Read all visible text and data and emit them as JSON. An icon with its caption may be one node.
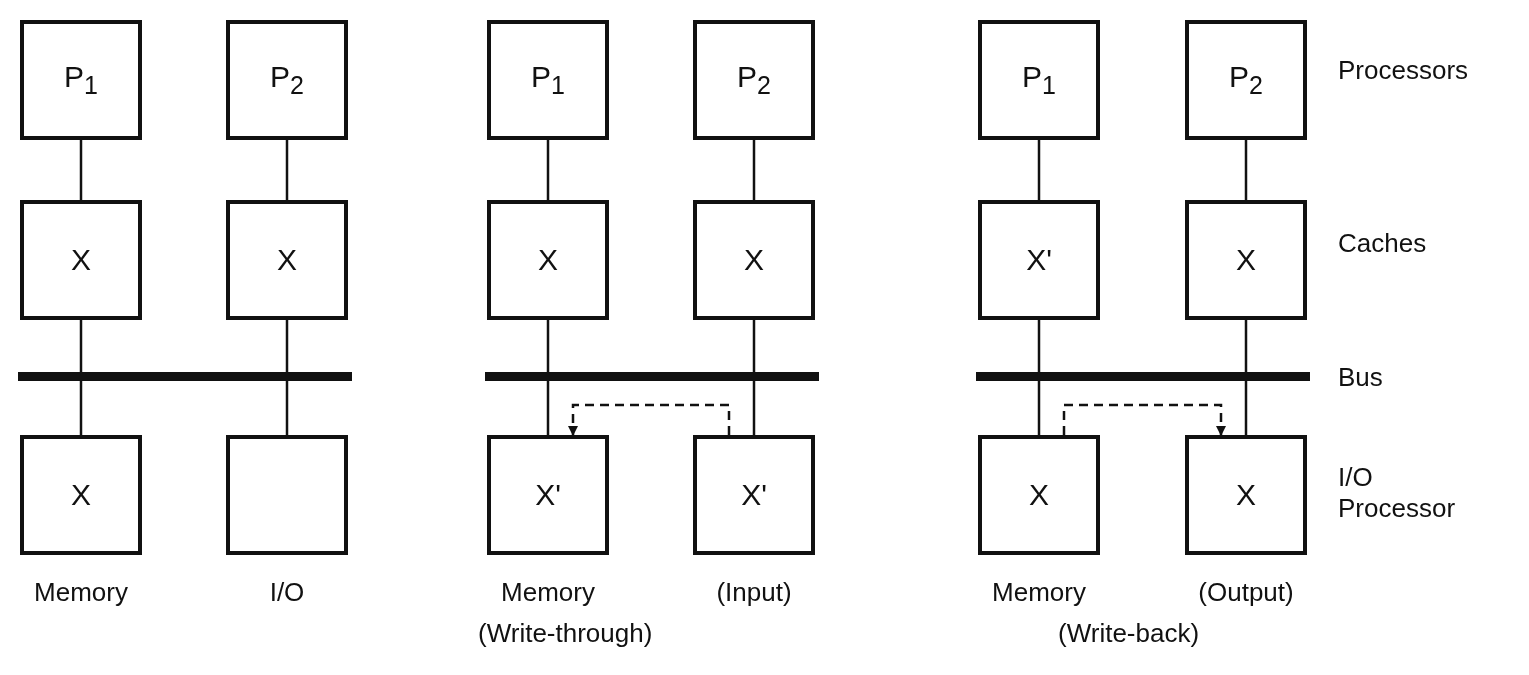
{
  "diagram": {
    "nodes": [
      {
        "text": [
          "P$_{1}$"
        ]
      },
      {
        "text": [
          "P$_{2}$"
        ]
      },
      {
        "text": [
          "X"
        ]
      },
      {
        "text": [
          "X"
        ]
      },
      {
        "text": [],
        "shape": "bar"
      },
      {
        "text": [
          "X"
        ],
        "beside": [
          "Memory"
        ]
      },
      {
        "text": [],
        "shape": "box",
        "beside": [
          "I/O"
        ]
      },
      {
        "text": [
          "P$_{1}$"
        ]
      },
      {
        "text": [
          "P$_{2}$"
        ]
      },
      {
        "text": [
          "X"
        ]
      },
      {
        "text": [
          "X"
        ]
      },
      {
        "text": [],
        "shape": "bar"
      },
      {
        "text": [
          "X'"
        ],
        "beside": [
          "Memory"
        ]
      },
      {
        "text": [
          "X'"
        ],
        "beside": [
          "(Input)"
        ]
      },
      {
        "text": [
          "P$_{1}$"
        ]
      },
      {
        "text": [
          "P$_{2}$"
        ]
      },
      {
        "text": [
          "X'"
        ]
      },
      {
        "text": [
          "X"
        ]
      },
      {
        "text": [],
        "shape": "bar"
      },
      {
        "text": [
          "X"
        ],
        "beside": [
          "Memory"
        ]
      },
      {
        "text": [
          "X"
        ],
        "beside": [
          "(Output)"
        ]
      }
    ],
    "edges": [
      {
        "from": 0,
        "to": 2,
        "arrow": "none"
      },
      {
        "from": 1,
        "to": 3,
        "arrow": "none"
      },
      {
        "from": 2,
        "to": 4,
        "arrow": "none"
      },
      {
        "from": 3,
        "to": 4,
        "arrow": "none"
      },
      {
        "from": 4,
        "to": 5,
        "arrow": "none"
      },
      {
        "from": 4,
        "to": 6,
        "arrow": "none"
      },
      {
        "from": 7,
        "to": 9,
        "arrow": "none"
      },
      {
        "from": 8,
        "to": 10,
        "arrow": "none"
      },
      {
        "from": 9,
        "to": 11,
        "arrow": "none"
      },
      {
        "from": 10,
        "to": 11,
        "arrow": "none"
      },
      {
        "from": 11,
        "to": 12,
        "arrow": "none"
      },
      {
        "from": 11,
        "to": 13,
        "arrow": "none"
      },
      {
        "from": 13,
        "to": 12,
        "arrow": "to",
        "style": "dashed"
      },
      {
        "from": 14,
        "to": 16,
        "arrow": "none"
      },
      {
        "from": 15,
        "to": 17,
        "arrow": "none"
      },
      {
        "from": 16,
        "to": 18,
        "arrow": "none"
      },
      {
        "from": 17,
        "to": 18,
        "arrow": "none"
      },
      {
        "from": 18,
        "to": 19,
        "arrow": "none"
      },
      {
        "from": 18,
        "to": 20,
        "arrow": "none"
      },
      {
        "from": 19,
        "to": 20,
        "arrow": "to",
        "style": "dashed"
      }
    ],
    "labels": [
      "Processors",
      "Caches",
      "Bus",
      "I/O Processor",
      "(Write-through)",
      "(Write-back)"
    ]
  }
}
